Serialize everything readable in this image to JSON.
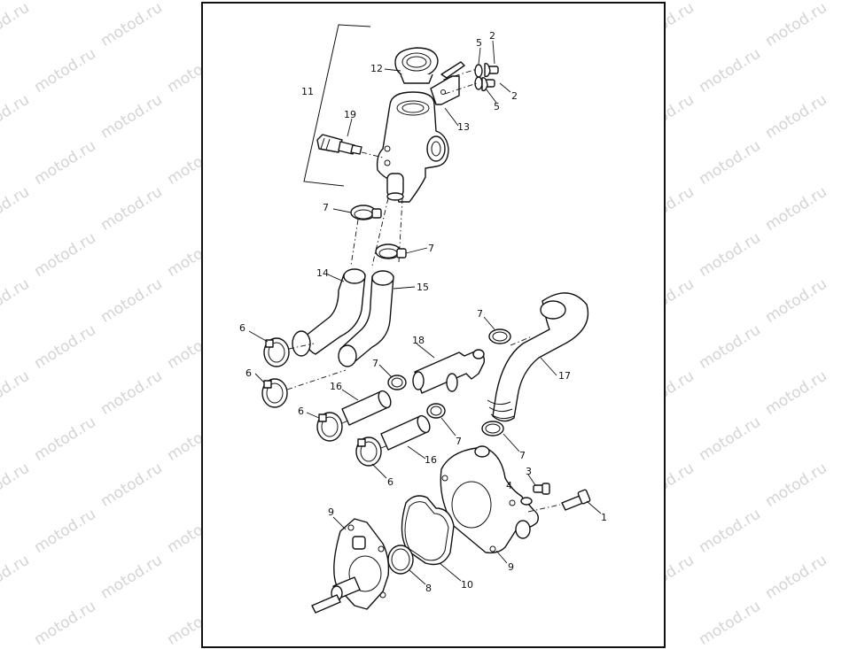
{
  "watermark": {
    "text": "motod.ru"
  },
  "callouts": {
    "c1": "1",
    "c2a": "2",
    "c2b": "2",
    "c3": "3",
    "c4": "4",
    "c5a": "5",
    "c5b": "5",
    "c6a": "6",
    "c6b": "6",
    "c6c": "6",
    "c6d": "6",
    "c7a": "7",
    "c7b": "7",
    "c7c": "7",
    "c7d": "7",
    "c7e": "7",
    "c7f": "7",
    "c8": "8",
    "c9a": "9",
    "c9b": "9",
    "c10": "10",
    "c11": "11",
    "c12": "12",
    "c13": "13",
    "c14": "14",
    "c15": "15",
    "c16a": "16",
    "c16b": "16",
    "c17": "17",
    "c18": "18",
    "c19": "19"
  }
}
